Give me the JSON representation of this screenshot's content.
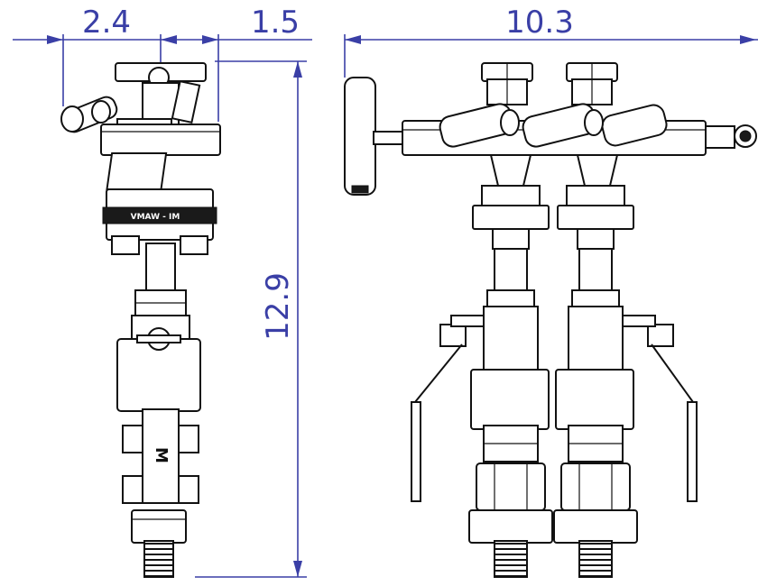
{
  "dimensions": {
    "side_width_left": "2.4",
    "side_width_right": "1.5",
    "front_width": "10.3",
    "overall_height": "12.9"
  },
  "engravings": {
    "body_label": "VMAW - IM",
    "handle_logo": "M"
  },
  "colors": {
    "dimension": "#3a3fa6",
    "linework": "#111111",
    "background": "#ffffff"
  }
}
